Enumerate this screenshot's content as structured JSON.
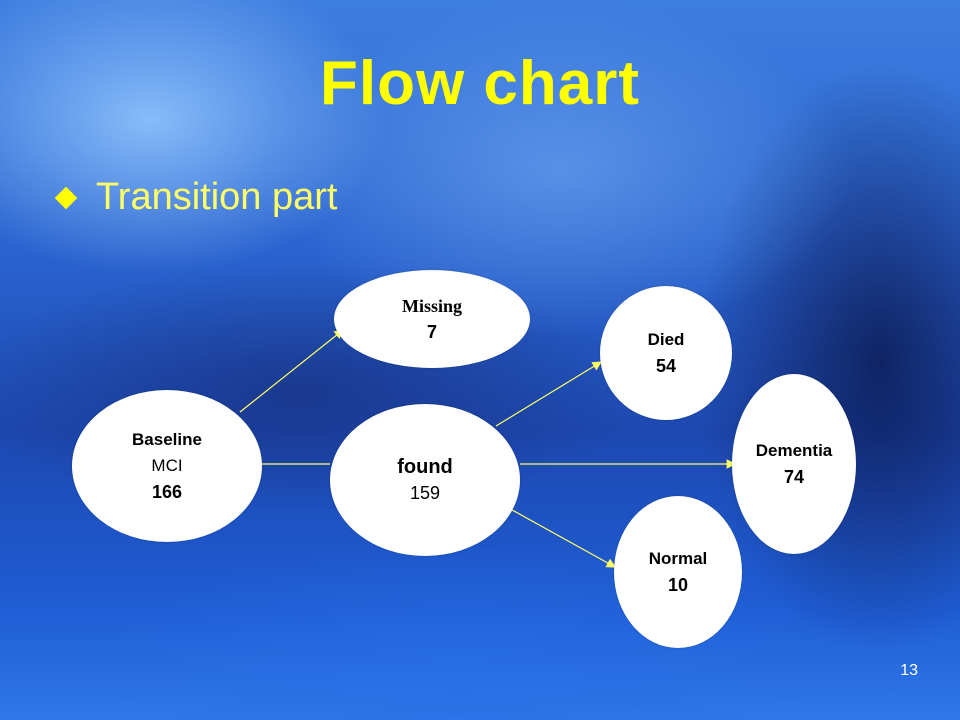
{
  "slide": {
    "title": "Flow chart",
    "bullet": "Transition part",
    "page_number": "13"
  },
  "nodes": {
    "baseline": {
      "label": "Baseline",
      "sublabel": "MCI",
      "value": "166"
    },
    "missing": {
      "label": "Missing",
      "value": "7"
    },
    "found": {
      "label": "found",
      "value": "159"
    },
    "died": {
      "label": "Died",
      "value": "54"
    },
    "dementia": {
      "label": "Dementia",
      "value": "74"
    },
    "normal": {
      "label": "Normal",
      "value": "10"
    }
  },
  "colors": {
    "title": "#ffff00",
    "bullet": "#ffff66",
    "arrow": "#ffff66",
    "node_fill": "#ffffff"
  }
}
